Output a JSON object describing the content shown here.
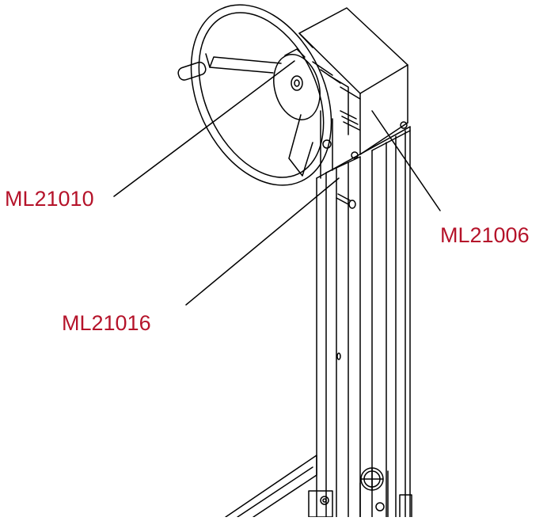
{
  "callouts": {
    "handwheel": "ML21010",
    "gear_housing": "ML21006",
    "column": "ML21016"
  },
  "colors": {
    "callout_text": "#b5132a",
    "line": "#000000",
    "fill": "#ffffff"
  }
}
